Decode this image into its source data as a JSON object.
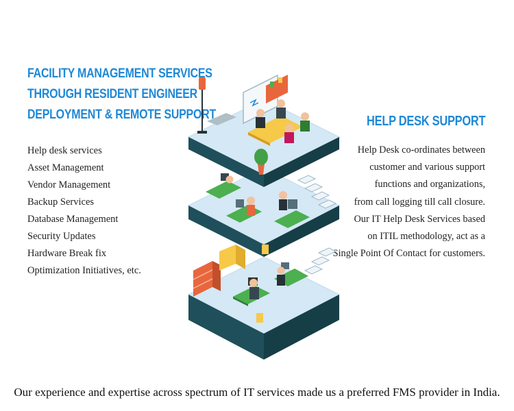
{
  "left_panel": {
    "heading_lines": [
      "Facility Management Services",
      "Through Resident Engineer",
      "Deployment & Remote Support"
    ],
    "services": [
      "Help desk services",
      "Asset Management",
      "Vendor Management",
      "Backup Services",
      "Database Management",
      "Security Updates",
      "Hardware Break fix",
      "Optimization Initiatives, etc."
    ]
  },
  "right_panel": {
    "heading": "Help Desk Support",
    "description_lines": [
      "Help Desk co-ordinates between",
      "customer and various support",
      "functions and organizations,",
      "from call logging till call closure.",
      "Our IT Help Desk Services based",
      "on ITIL methodology, act as a",
      "Single Point Of Contact for customers."
    ]
  },
  "footer": {
    "text": "Our experience and expertise across spectrum of IT services made us a preferred FMS provider in India."
  },
  "colors": {
    "heading_blue": "#1e88d6",
    "floor_top": "#d4e8f5",
    "floor_side": "#1f4f5a",
    "desk_green": "#4caf50",
    "table_yellow": "#f7c948",
    "accent_orange": "#e8663d"
  }
}
